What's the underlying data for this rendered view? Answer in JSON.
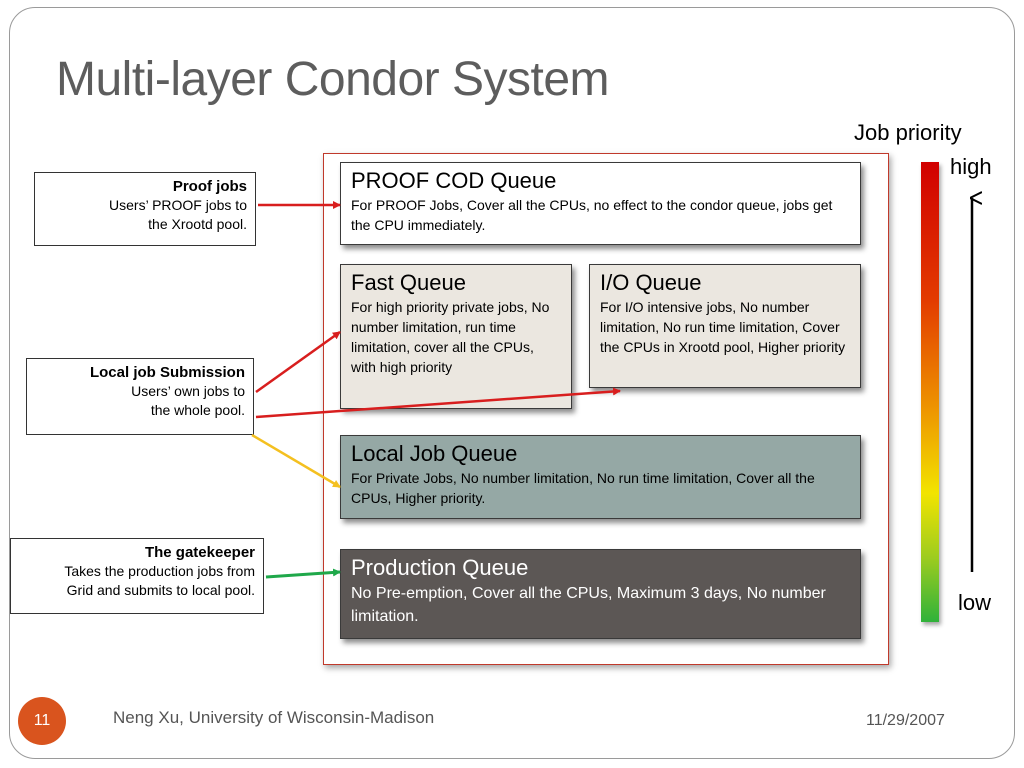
{
  "slide": {
    "title": "Multi-layer Condor System",
    "page_number": "11",
    "footer_author": "Neng Xu, University of Wisconsin-Madison",
    "footer_date": "11/29/2007"
  },
  "queues": {
    "proof": {
      "title": "PROOF COD Queue",
      "description": "For PROOF Jobs, Cover all the CPUs, no effect to the condor queue, jobs get the CPU immediately."
    },
    "fast": {
      "title": "Fast Queue",
      "description": "For high priority private jobs, No number limitation, run time limitation, cover all the CPUs, with high priority"
    },
    "io": {
      "title": "I/O Queue",
      "description": "For I/O intensive jobs, No number limitation, No run time limitation, Cover the CPUs in Xrootd pool, Higher priority"
    },
    "local": {
      "title": "Local Job Queue",
      "description": "For Private Jobs, No number limitation, No run time limitation, Cover all the CPUs, Higher priority."
    },
    "production": {
      "title": "Production Queue",
      "description": "No Pre-emption, Cover all the CPUs, Maximum 3 days, No number limitation."
    }
  },
  "sources": {
    "proof_jobs": {
      "title": "Proof jobs",
      "line1": "Users’ PROOF jobs to",
      "line2": "the Xrootd pool."
    },
    "local_submission": {
      "title": "Local job Submission",
      "line1": "Users’ own jobs to",
      "line2": "the whole pool."
    },
    "gatekeeper": {
      "title": "The gatekeeper",
      "line1": "Takes the production jobs from",
      "line2": "Grid and submits to local pool."
    }
  },
  "priority": {
    "title": "Job priority",
    "high_label": "high",
    "low_label": "low"
  },
  "colors": {
    "arrow_red": "#d81e1e",
    "arrow_yellow": "#f4c020",
    "arrow_green": "#1fa84a",
    "badge_orange": "#d9541e",
    "production_bg": "#5c5755",
    "local_bg": "#95a8a5",
    "fast_io_bg": "#ebe7e0"
  }
}
